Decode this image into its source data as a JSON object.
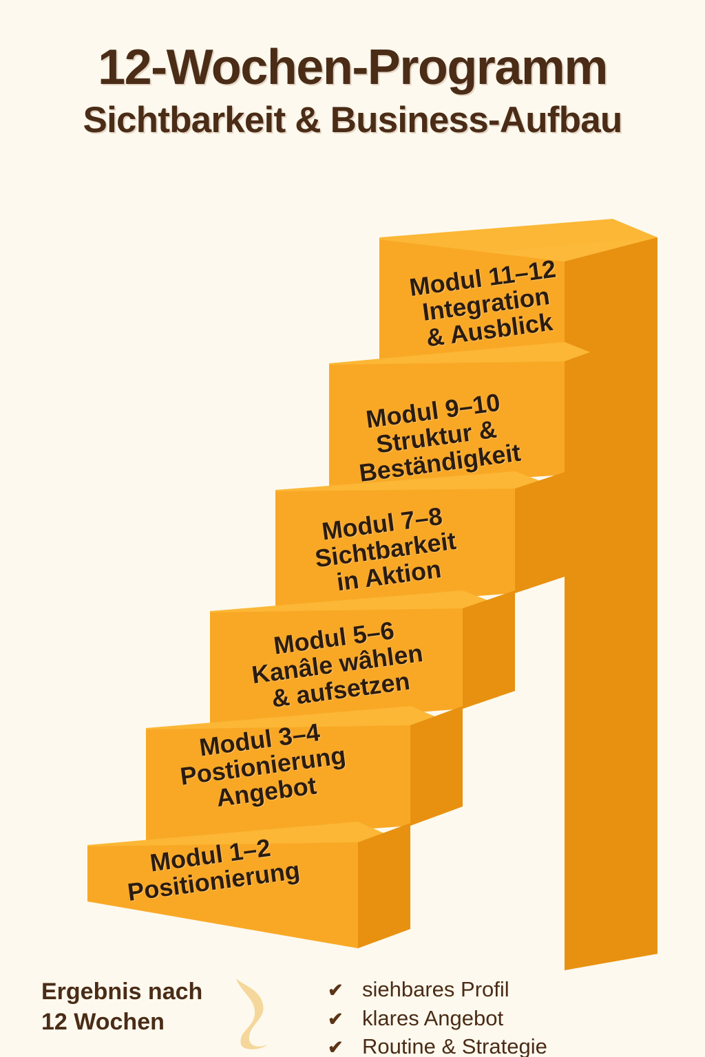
{
  "header": {
    "title_main": "12-Wochen-Programm",
    "title_sub": "Sichtbarkeit & Business-Aufbau"
  },
  "colors": {
    "background": "#FDF9EE",
    "text_dark": "#4A2C17",
    "step_top": "#FCB93A",
    "step_front": "#F9A826",
    "step_side": "#E89110",
    "flame": "#F5D79B"
  },
  "staircase": {
    "steps": [
      {
        "id": "step-1",
        "module": "Modul 1–2",
        "lines": [
          "Modul 1–2",
          "Positionierung"
        ]
      },
      {
        "id": "step-2",
        "module": "Modul 3–4",
        "lines": [
          "Modul 3–4",
          "Postionierung",
          "Angebot"
        ]
      },
      {
        "id": "step-3",
        "module": "Modul 5–6",
        "lines": [
          "Modul 5–6",
          "Kanâle wâhlen",
          "& aufsetzen"
        ]
      },
      {
        "id": "step-4",
        "module": "Modul 7–8",
        "lines": [
          "Modul 7–8",
          "Sichtbarkeit",
          "in Aktion"
        ]
      },
      {
        "id": "step-5",
        "module": "Modul 9–10",
        "lines": [
          "Modul 9–10",
          "Struktur &",
          "Beständigkeit"
        ]
      },
      {
        "id": "step-6",
        "module": "Modul 11–12",
        "lines": [
          "Modul 11–12",
          "Integration",
          "& Ausblick"
        ]
      }
    ]
  },
  "footer": {
    "result_line1": "Ergebnis nach",
    "result_line2": "12 Wochen",
    "flame_icon": "flame-icon",
    "check_icon": "✔",
    "checklist": [
      "siehbares Profil",
      "klares Angebot",
      "Routine & Strategie"
    ]
  }
}
